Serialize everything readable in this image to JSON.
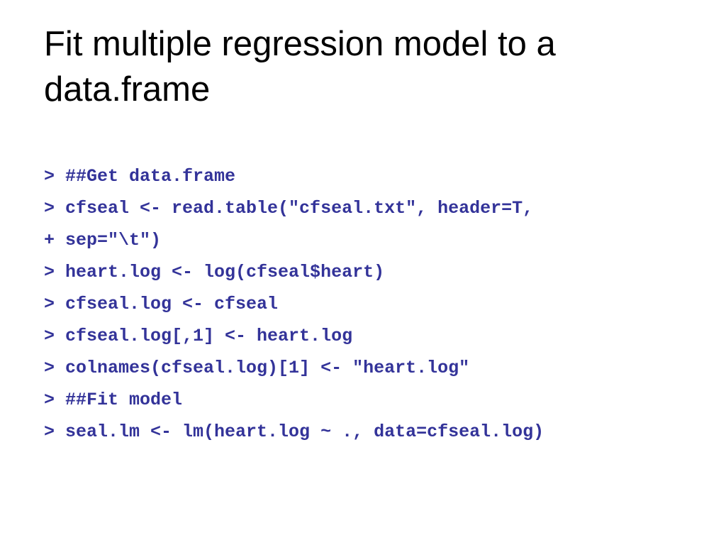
{
  "slide": {
    "title": "Fit multiple regression model to a data.frame",
    "text_color": "#000000",
    "code_color": "#333399",
    "background": "#ffffff",
    "code_lines": [
      "> ##Get data.frame",
      "> cfseal <- read.table(\"cfseal.txt\", header=T,",
      "+ sep=\"\\t\")",
      "> heart.log <- log(cfseal$heart)",
      "> cfseal.log <- cfseal",
      "> cfseal.log[,1] <- heart.log",
      "> colnames(cfseal.log)[1] <- \"heart.log\"",
      "> ##Fit model",
      "> seal.lm <- lm(heart.log ~ ., data=cfseal.log)"
    ]
  }
}
